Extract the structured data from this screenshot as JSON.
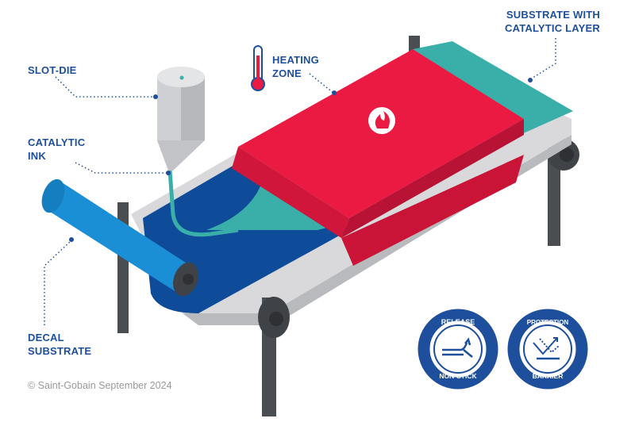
{
  "labels": {
    "slot_die": "SLOT-DIE",
    "heating_zone": [
      "HEATING",
      "ZONE"
    ],
    "substrate_with_catalytic_layer": [
      "SUBSTRATE WITH",
      "CATALYTIC LAYER"
    ],
    "catalytic_ink": [
      "CATALYTIC",
      "INK"
    ],
    "decal_substrate": [
      "DECAL",
      "SUBSTRATE"
    ]
  },
  "badges": [
    {
      "top": "RELEASE",
      "bottom": "NON-STICK",
      "icon": "release-arrows-icon"
    },
    {
      "top": "PROTECTION",
      "bottom": "BARRIER",
      "icon": "barrier-deflect-icon"
    }
  ],
  "copyright": "© Saint-Gobain September 2024",
  "colors": {
    "label_blue": "#1e4f9c",
    "heating_red": "#e8193f",
    "teal": "#3aafa9",
    "decal_blue": "#0e4c9a",
    "roller_blue": "#1a8fd6",
    "frame_grey": "#4a4d52",
    "belt_grey": "#d9d9dc"
  }
}
